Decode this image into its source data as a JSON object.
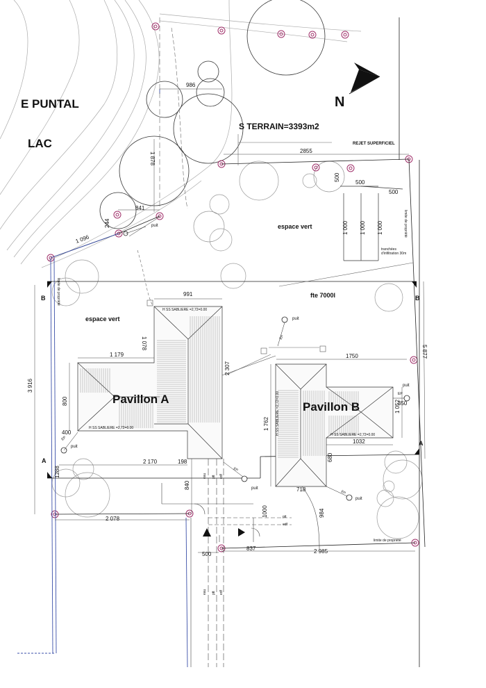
{
  "labels": {
    "lake_1": "E PUNTAL",
    "lake_2": "LAC",
    "north": "N",
    "terrain": "S TERRAIN=3393m2",
    "espace_vert_1": "espace vert",
    "espace_vert_2": "espace vert",
    "fosse": "fte 7000l",
    "pavillon_a": "Pavillon A",
    "pavillon_b": "Pavillon B",
    "rejet": "REJET SUPERFICIEL",
    "limite_1": "limite de propriété",
    "limite_2": "limite de propriété",
    "limite_3": "limite de propriété",
    "tranchees_1": "tranchées",
    "tranchees_2": "d'infiltration 30m",
    "sabliere_a1": "H SS SABLIERE =2,72=0.00",
    "sabliere_a2": "H SS SABLIERE =2,72=0.00",
    "sabliere_b1": "H SS SABLIERE =2,72=0.00",
    "sabliere_b2": "H SS SABLIERE =2,72=0.00",
    "section_b": "B",
    "section_a": "A",
    "puit": "puit",
    "ep": "EP",
    "eau": "eau",
    "ptt": "ptt",
    "edf": "edf"
  },
  "dims": {
    "d986": "986",
    "d1878": "1 878",
    "d841": "841",
    "d244": "244",
    "d1096": "1 096",
    "d2855": "2855",
    "d500a": "500",
    "d500b": "500",
    "d500c": "500",
    "d500d": "500",
    "d1000a": "1 000",
    "d1000b": "1 000",
    "d1000c": "1 000",
    "d991": "991",
    "d1078": "1 078",
    "d1179": "1 179",
    "d800": "800",
    "d400": "400",
    "d2307": "2 307",
    "d1750": "1750",
    "d1762": "1 762",
    "d1052": "1 052",
    "d350": "350",
    "d1032": "1032",
    "d5877": "5 877",
    "d3916": "3 916",
    "d2170": "2 170",
    "d198": "198",
    "d1288": "1288",
    "d840": "840",
    "d680": "680",
    "d718": "718",
    "d2078": "2 078",
    "d1000d": "1000",
    "d984": "984",
    "d837": "837",
    "d2985": "2 985"
  },
  "colors": {
    "line": "#222222",
    "pipe_blue": "#3a4fa8",
    "tree": "#a0306a"
  }
}
